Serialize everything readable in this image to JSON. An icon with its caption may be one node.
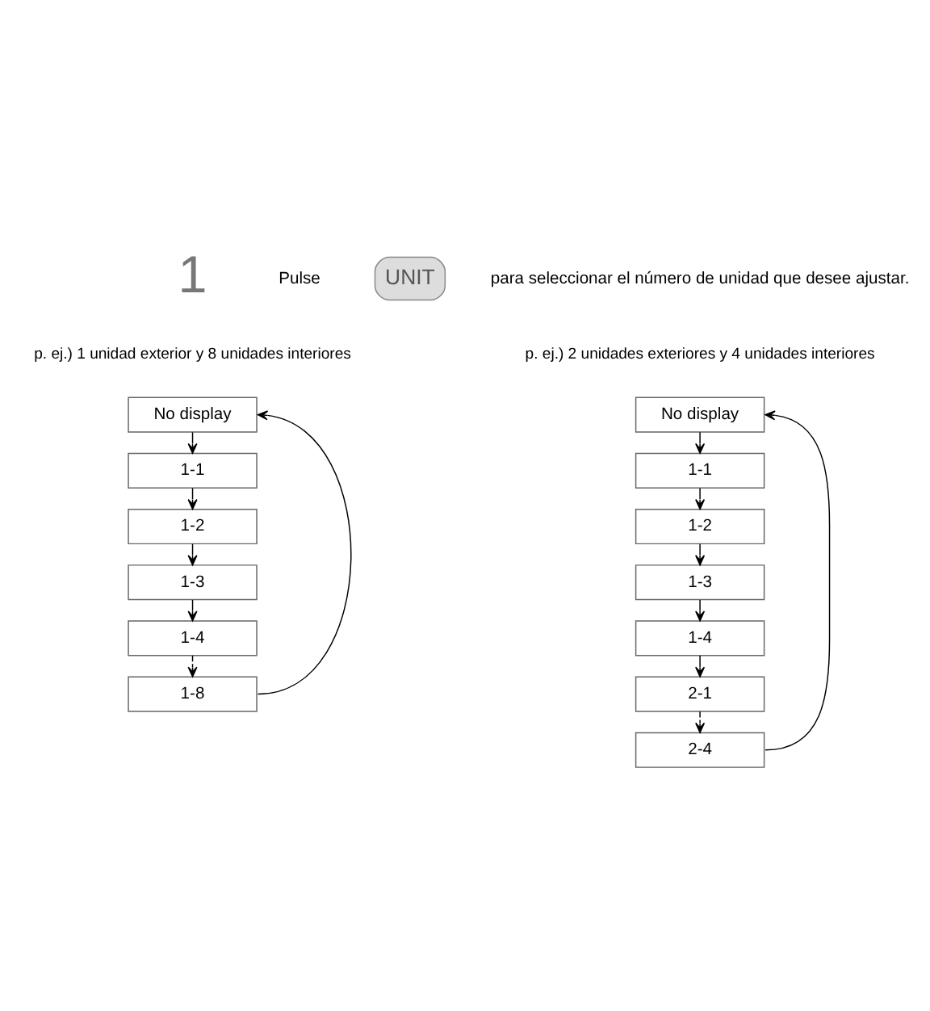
{
  "diagram": {
    "nodes": [
      {
        "text": [
          "No display"
        ]
      },
      {
        "text": [
          "1-1"
        ]
      },
      {
        "text": [
          "1-2"
        ]
      },
      {
        "text": [
          "1-3"
        ]
      },
      {
        "text": [
          "1-4"
        ]
      },
      {
        "text": [
          "1-8"
        ]
      },
      {
        "text": [
          "No display"
        ]
      },
      {
        "text": [
          "1-1"
        ]
      },
      {
        "text": [
          "1-2"
        ]
      },
      {
        "text": [
          "1-3"
        ]
      },
      {
        "text": [
          "1-4"
        ]
      },
      {
        "text": [
          "2-1"
        ]
      },
      {
        "text": [
          "2-4"
        ]
      }
    ],
    "edges": [
      {
        "from": 0,
        "to": 1,
        "arrow": "to"
      },
      {
        "from": 1,
        "to": 2,
        "arrow": "to"
      },
      {
        "from": 2,
        "to": 3,
        "arrow": "to"
      },
      {
        "from": 3,
        "to": 4,
        "arrow": "to"
      },
      {
        "from": 4,
        "to": 5,
        "arrow": "to",
        "style": "dashed"
      },
      {
        "from": 5,
        "to": 0,
        "arrow": "to"
      },
      {
        "from": 6,
        "to": 7,
        "arrow": "to"
      },
      {
        "from": 7,
        "to": 8,
        "arrow": "to"
      },
      {
        "from": 8,
        "to": 9,
        "arrow": "to"
      },
      {
        "from": 9,
        "to": 10,
        "arrow": "to"
      },
      {
        "from": 10,
        "to": 11,
        "arrow": "to"
      },
      {
        "from": 11,
        "to": 12,
        "arrow": "to",
        "style": "dashed"
      },
      {
        "from": 12,
        "to": 6,
        "arrow": "to"
      }
    ],
    "labels": [
      "1",
      "Pulse",
      "UNIT",
      "para seleccionar el número de unidad que desee ajustar.",
      "p. ej.) 1 unidad exterior y 8 unidades interiores",
      "p. ej.) 2 unidades exteriores y 4 unidades interiores"
    ]
  }
}
